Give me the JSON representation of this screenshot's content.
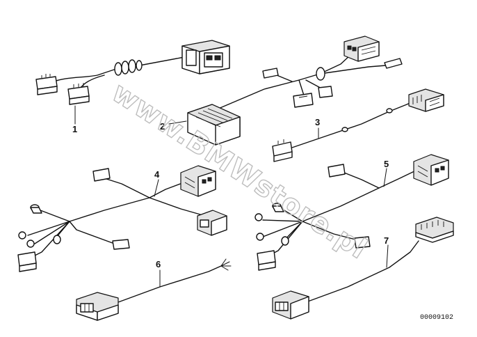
{
  "watermark": "www.BMWstore.pl",
  "reference_number": "00009102",
  "parts": [
    {
      "label": "1"
    },
    {
      "label": "2"
    },
    {
      "label": "3"
    },
    {
      "label": "4"
    },
    {
      "label": "5"
    },
    {
      "label": "6"
    },
    {
      "label": "7"
    }
  ]
}
